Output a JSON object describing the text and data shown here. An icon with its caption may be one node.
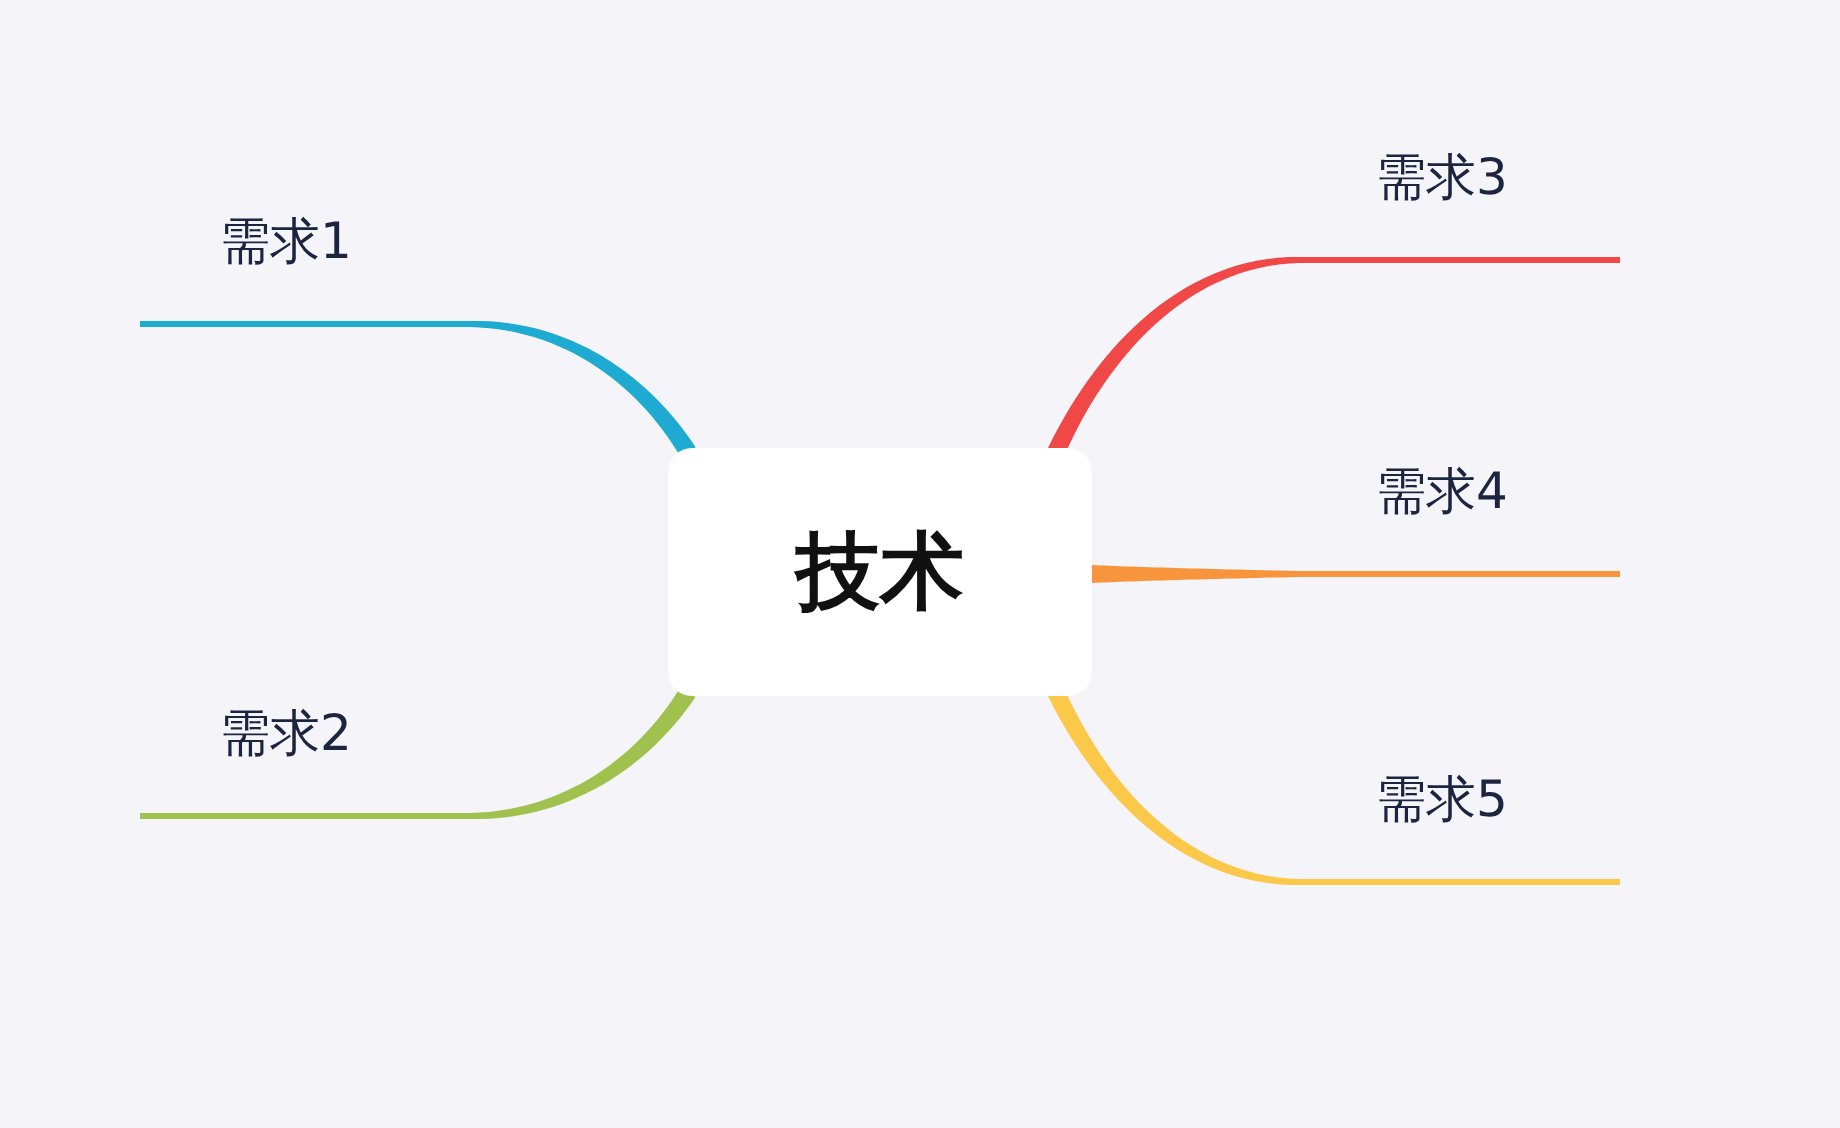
{
  "diagram": {
    "nodes": [
      {
        "text": [
          "技术"
        ]
      },
      {
        "text": [
          "需求1"
        ]
      },
      {
        "text": [
          "需求2"
        ]
      },
      {
        "text": [
          "需求3"
        ]
      },
      {
        "text": [
          "需求4"
        ]
      },
      {
        "text": [
          "需求5"
        ]
      }
    ],
    "edges": [
      {
        "from": 0,
        "to": 1,
        "arrow": "none",
        "color": "#1eaad1"
      },
      {
        "from": 0,
        "to": 2,
        "arrow": "none",
        "color": "#a0c14e"
      },
      {
        "from": 0,
        "to": 3,
        "arrow": "none",
        "color": "#f04747"
      },
      {
        "from": 0,
        "to": 4,
        "arrow": "none",
        "color": "#f7943c"
      },
      {
        "from": 0,
        "to": 5,
        "arrow": "none",
        "color": "#fcc84a"
      }
    ]
  }
}
